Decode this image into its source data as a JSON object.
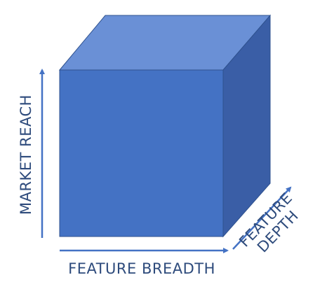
{
  "diagram": {
    "axes": {
      "vertical": {
        "label": "MARKET REACH"
      },
      "horizontal": {
        "label": "FEATURE BREADTH"
      },
      "depth": {
        "label_line1": "FEATURE",
        "label_line2": "DEPTH"
      }
    },
    "colors": {
      "cube_front": "#4472c4",
      "cube_top": "#6a90d6",
      "cube_side": "#3a5ea6",
      "edge": "#2f528f",
      "arrow": "#4472c4",
      "text": "#2e4b7c"
    }
  }
}
